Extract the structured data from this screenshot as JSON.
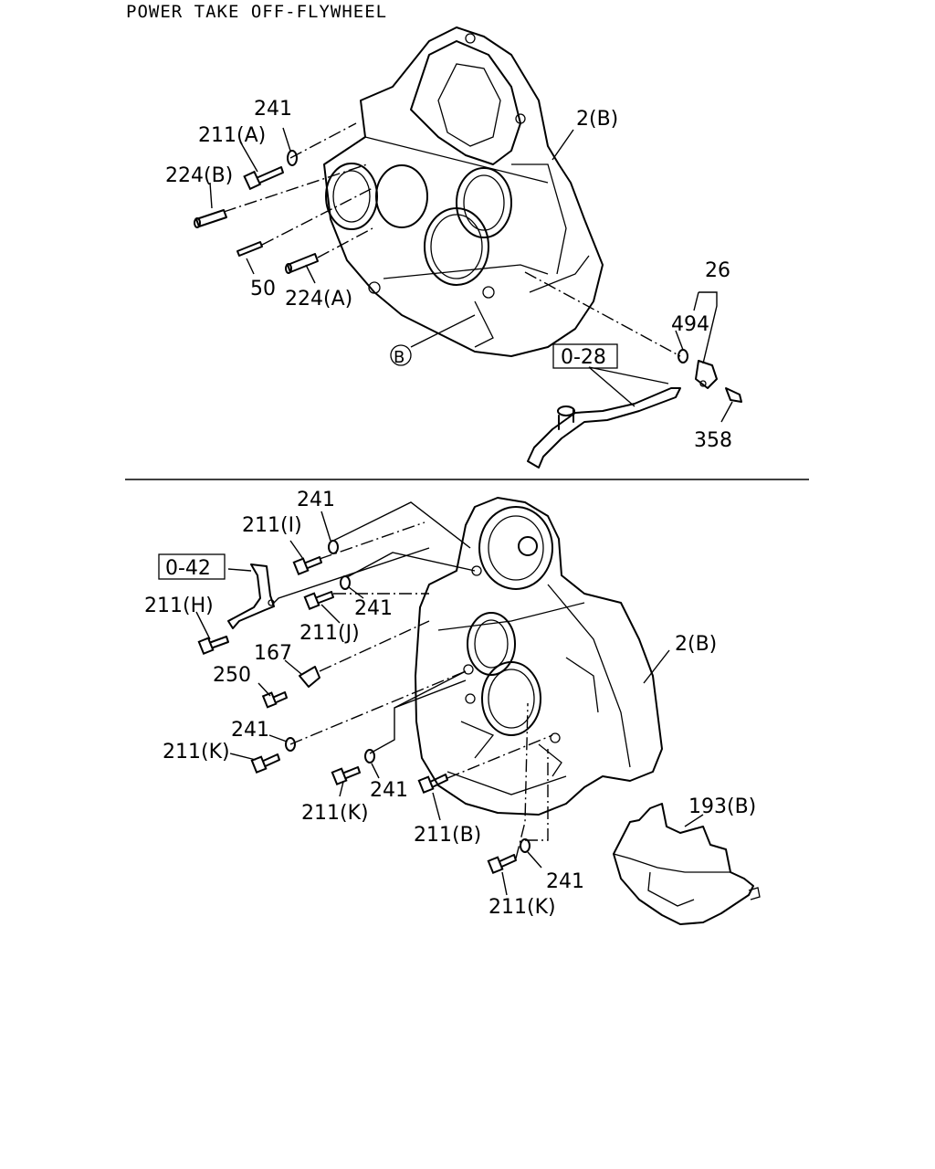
{
  "title": "POWER TAKE OFF-FLYWHEEL",
  "top_section": {
    "labels": {
      "l241": "241",
      "l211a": "211(A)",
      "l224b": "224(B)",
      "l50": "50",
      "l224a": "224(A)",
      "lB": "B",
      "l2b": "2(B)",
      "l26": "26",
      "l494": "494",
      "l028": "0-28",
      "l358": "358"
    }
  },
  "bottom_section": {
    "labels": {
      "l241a": "241",
      "l211i": "211(I)",
      "l042": "0-42",
      "l211h": "211(H)",
      "l241b": "241",
      "l211j": "211(J)",
      "l167": "167",
      "l250": "250",
      "l241c": "241",
      "l211k1": "211(K)",
      "l211k2": "211(K)",
      "l241d": "241",
      "l211b": "211(B)",
      "l2b": "2(B)",
      "l193b": "193(B)",
      "l241e": "241",
      "l211k3": "211(K)"
    }
  }
}
